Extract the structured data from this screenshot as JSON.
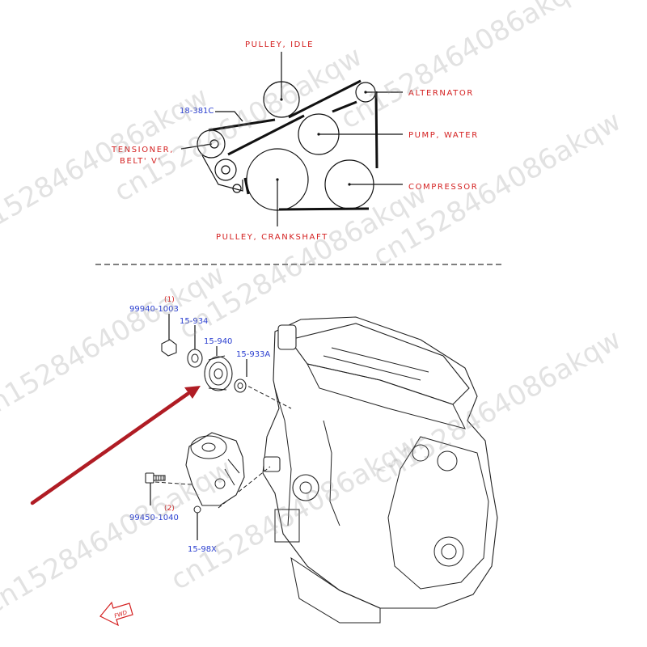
{
  "belt_diagram": {
    "pulley_idle": "PULLEY, IDLE",
    "part_18_381c": "18-381C",
    "alternator": "ALTERNATOR",
    "pump_water": "PUMP, WATER",
    "tensioner_line1": "TENSIONER,",
    "tensioner_line2": "BELT' V'",
    "compressor": "COMPRESSOR",
    "pulley_crankshaft": "PULLEY, CRANKSHAFT"
  },
  "parts": {
    "p99940_1003": "99940-1003",
    "p99940_1003_callout": "(1)",
    "p15_934": "15-934",
    "p15_940": "15-940",
    "p15_933a": "15-933A",
    "p99450_1040": "99450-1040",
    "p99450_1040_callout": "(2)",
    "p15_98x": "15-98X"
  },
  "fwd_label": "FWD",
  "watermark": "cn1528464086akqw",
  "colors": {
    "label_red": "#d42020",
    "label_blue": "#2b3fd0",
    "arrow": "#b01c24"
  }
}
